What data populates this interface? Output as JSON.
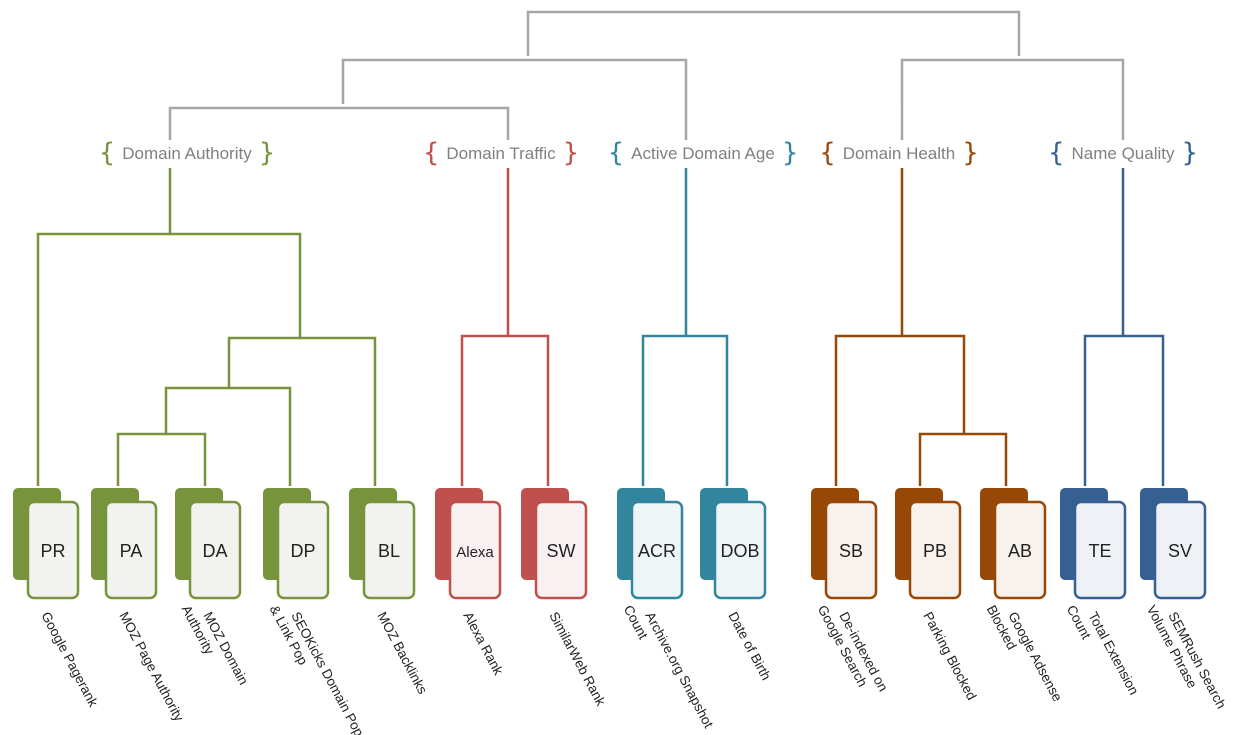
{
  "colors": {
    "root": "#a6a6a6",
    "authority": "#77933c",
    "traffic": "#c0504d",
    "age": "#31859c",
    "health": "#974806",
    "quality": "#376092"
  },
  "categories": [
    {
      "key": "authority",
      "label": "Domain Authority"
    },
    {
      "key": "traffic",
      "label": "Domain Traffic"
    },
    {
      "key": "age",
      "label": "Active Domain Age"
    },
    {
      "key": "health",
      "label": "Domain Health"
    },
    {
      "key": "quality",
      "label": "Name Quality"
    }
  ],
  "metrics": [
    {
      "abbr": "PR",
      "cat": "authority",
      "lines": [
        "Google Pagerank"
      ]
    },
    {
      "abbr": "PA",
      "cat": "authority",
      "lines": [
        "MOZ Page Authority"
      ]
    },
    {
      "abbr": "DA",
      "cat": "authority",
      "lines": [
        "MOZ Domain",
        "Authority"
      ]
    },
    {
      "abbr": "DP",
      "cat": "authority",
      "lines": [
        "SEOKicks Domain Pop",
        "& Link Pop"
      ]
    },
    {
      "abbr": "BL",
      "cat": "authority",
      "lines": [
        "MOZ Backlinks"
      ]
    },
    {
      "abbr": "Alexa",
      "cat": "traffic",
      "lines": [
        "Alexa Rank"
      ]
    },
    {
      "abbr": "SW",
      "cat": "traffic",
      "lines": [
        "SimilarWeb Rank"
      ]
    },
    {
      "abbr": "ACR",
      "cat": "age",
      "lines": [
        "Archive.org Snapshot",
        "Count"
      ]
    },
    {
      "abbr": "DOB",
      "cat": "age",
      "lines": [
        "Date of Birth"
      ]
    },
    {
      "abbr": "SB",
      "cat": "health",
      "lines": [
        "De-indexed on",
        "Google Search"
      ]
    },
    {
      "abbr": "PB",
      "cat": "health",
      "lines": [
        "Parking Blocked"
      ]
    },
    {
      "abbr": "AB",
      "cat": "health",
      "lines": [
        "Google Adsense",
        "Blocked"
      ]
    },
    {
      "abbr": "TE",
      "cat": "quality",
      "lines": [
        "Total Extension",
        "Count"
      ]
    },
    {
      "abbr": "SV",
      "cat": "quality",
      "lines": [
        "SEMRush Search",
        "Volume Phrase"
      ]
    }
  ]
}
